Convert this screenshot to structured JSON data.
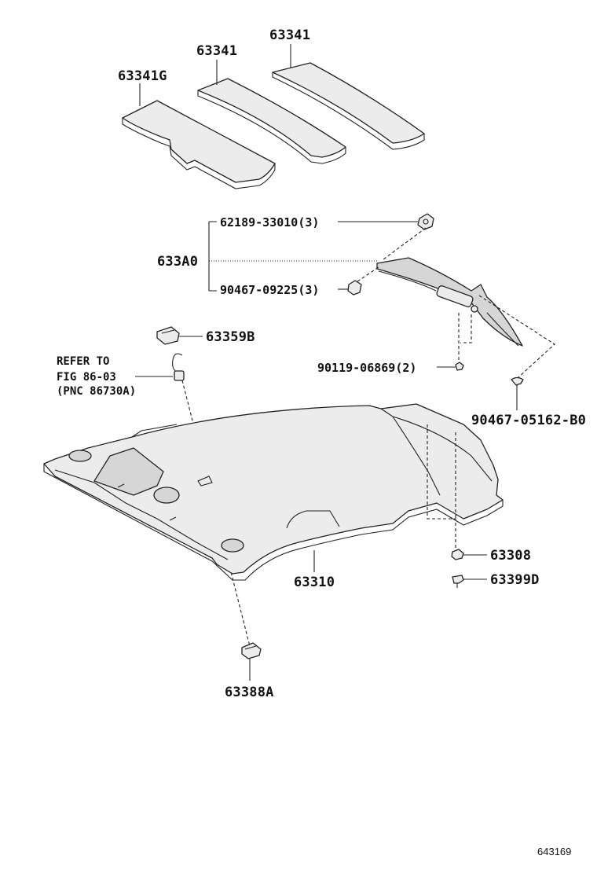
{
  "labels": {
    "p63341g": "63341G",
    "p63341_a": "63341",
    "p63341_b": "63341",
    "p62189": "62189-33010(3)",
    "p633a0": "633A0",
    "p90467_09225": "90467-09225(3)",
    "p63359b": "63359B",
    "p90119": "90119-06869(2)",
    "p90467_05162": "90467-05162-B0",
    "p63308": "63308",
    "p63399d": "63399D",
    "p63310": "63310",
    "p63388a": "63388A"
  },
  "note": {
    "line1": "REFER TO",
    "line2": "FIG 86-03",
    "line3": "(PNC 86730A)"
  },
  "figure_id": "643169"
}
